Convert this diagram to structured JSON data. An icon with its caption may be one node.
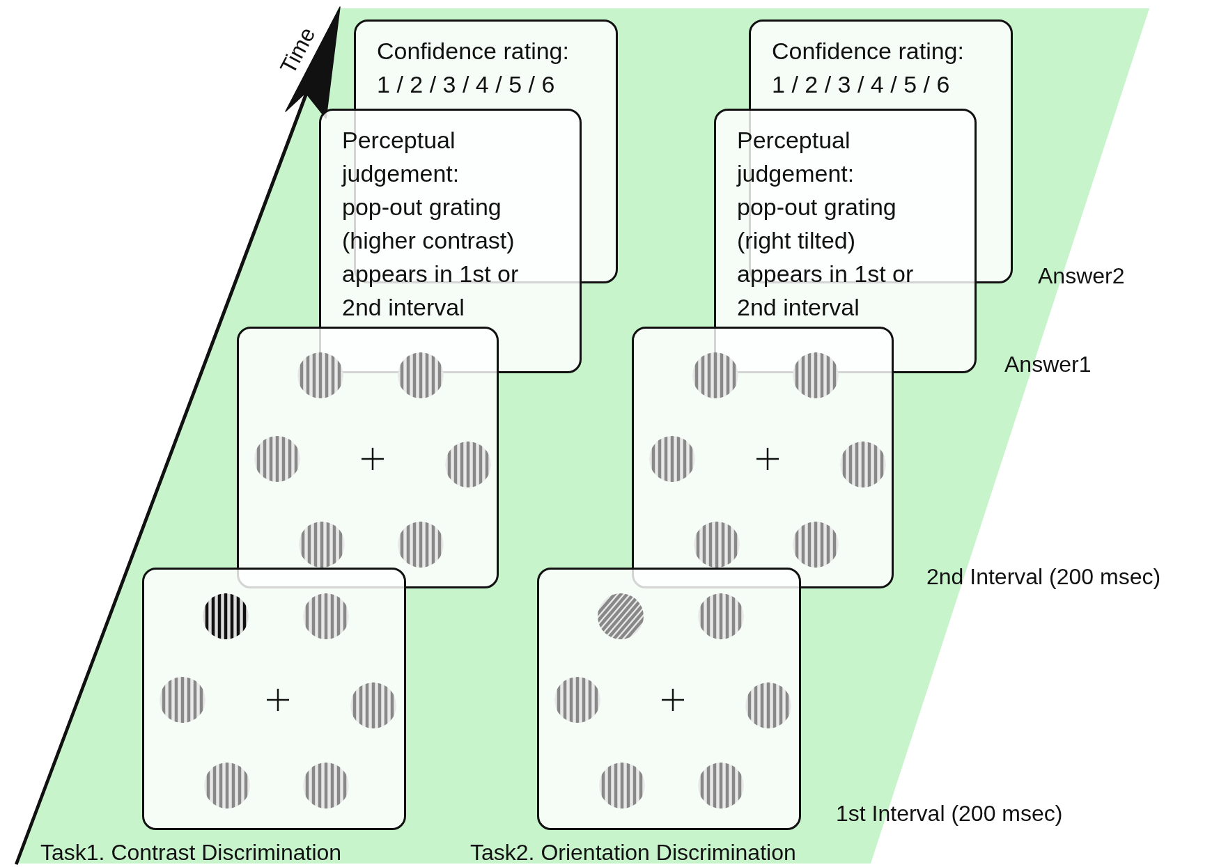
{
  "diagram": {
    "nodes": [
      {
        "text": [
          "Confidence rating: 1 / 2 / 3 / 4 / 5 / 6"
        ]
      },
      {
        "text": [
          "Confidence rating: 1 / 2 / 3 / 4 / 5 / 6"
        ]
      },
      {
        "text": [
          "Perceptual judgement: pop-out grating (higher contrast) appears in 1st or 2nd interval"
        ]
      },
      {
        "text": [
          "Perceptual judgement: pop-out grating (right tilted) appears in 1st or 2nd interval"
        ]
      },
      {
        "text": [],
        "shape": "box"
      },
      {
        "text": [],
        "shape": "box"
      },
      {
        "text": [],
        "shape": "box"
      },
      {
        "text": [],
        "shape": "box"
      }
    ],
    "edges": [],
    "labels": [
      "Time",
      "Answer2",
      "Answer1",
      "2nd Interval (200 msec)",
      "1st Interval (200 msec)",
      "Task1. Contrast Discrimination",
      "Task2. Orientation Discrimination"
    ]
  }
}
